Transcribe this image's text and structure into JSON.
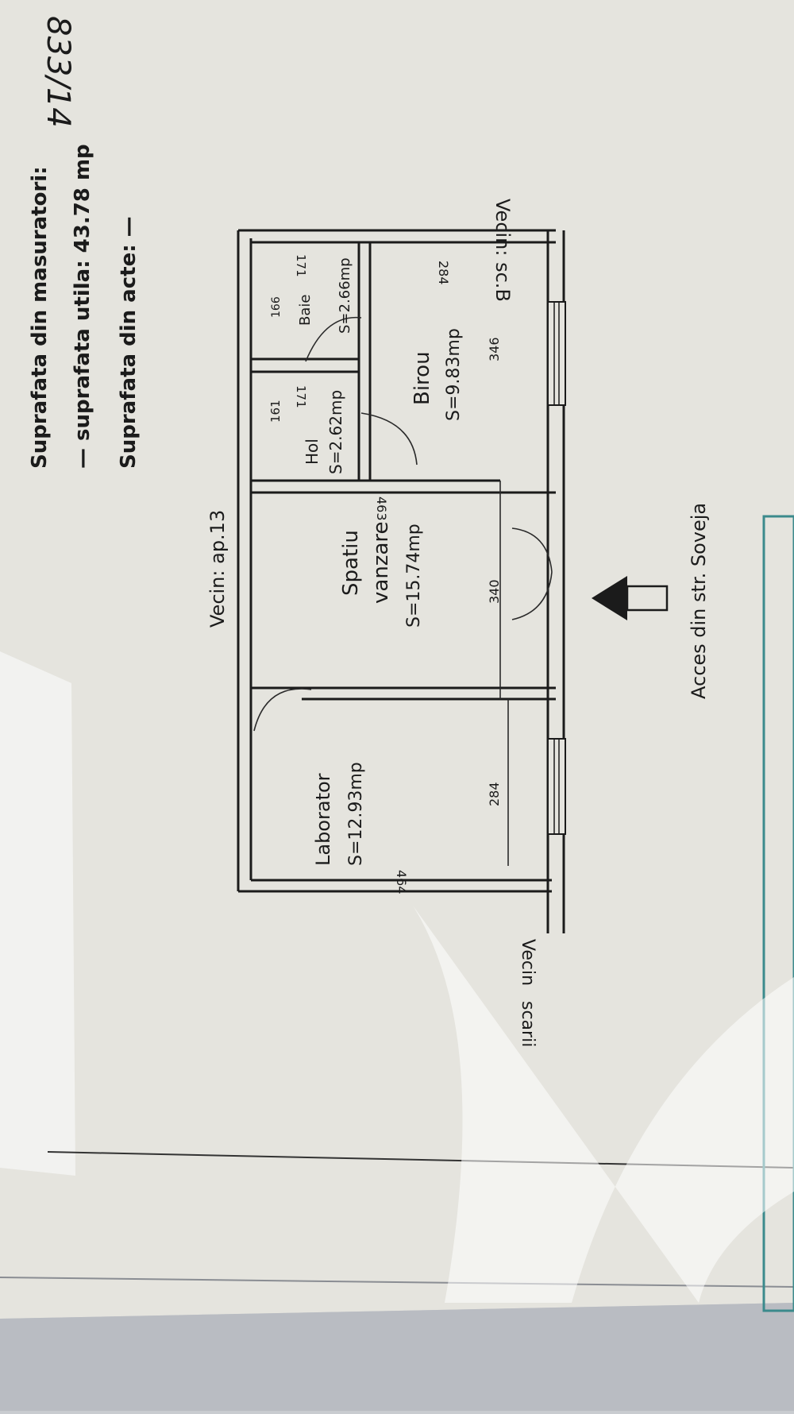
{
  "annotations": {
    "handwritten_number": "833/14",
    "suprafata_masuratori_label": "Suprafata din masuratori:",
    "suprafata_utila_line": "— suprafata utila: 43.78 mp",
    "suprafata_acte": "Suprafata din acte: —"
  },
  "neighbors": {
    "top": "Vecin: ap.13",
    "right": "Vecin: sc.B",
    "left_partial_1": "Vecin",
    "left_partial_2": "scarii"
  },
  "access_label": "Acces din str. Soveja",
  "rooms": [
    {
      "id": "laborator",
      "name": "Laborator",
      "area": "S=12.93mp"
    },
    {
      "id": "spatiu-vanzare",
      "name_line1": "Spatiu",
      "name_line2": "vanzare",
      "area": "S=15.74mp"
    },
    {
      "id": "hol",
      "name": "Hol",
      "area": "S=2.62mp"
    },
    {
      "id": "baie",
      "name": "Baie",
      "area": "S=2.66mp"
    },
    {
      "id": "birou",
      "name": "Birou",
      "area": "S=9.83mp"
    }
  ],
  "dimensions": {
    "laborator_width": "464",
    "laborator_depth": "284",
    "spatiu_width": "463",
    "spatiu_depth": "340",
    "hol_width": "161",
    "hol_depth": "171",
    "baie_width": "166",
    "baie_depth": "171",
    "birou_width": "284",
    "birou_depth": "346"
  },
  "colors": {
    "paper": "#e6e5df",
    "ink": "#1b1b1b",
    "teal_box": "#3b8a8c"
  }
}
